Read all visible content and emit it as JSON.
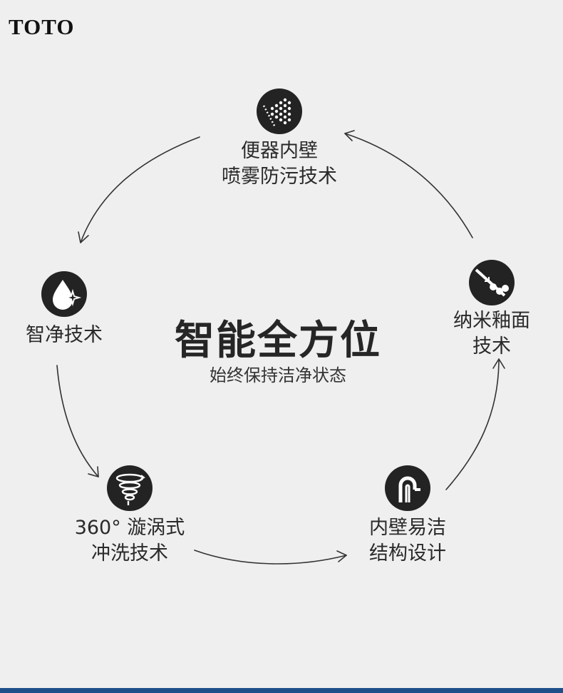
{
  "brand": {
    "logo": "TOTO"
  },
  "center": {
    "title": "智能全方位",
    "subtitle": "始终保持洁净状态"
  },
  "features": {
    "top": {
      "icon": "spray-shower-icon",
      "line1": "便器内壁",
      "line2": "喷雾防污技术"
    },
    "right": {
      "icon": "glaze-particles-icon",
      "line1": "纳米釉面",
      "line2": "技术"
    },
    "bottom_right": {
      "icon": "siphon-pipe-icon",
      "line1": "内壁易洁",
      "line2": "结构设计"
    },
    "bottom_left": {
      "icon": "swirl-flush-icon",
      "line1": "360° 漩涡式",
      "line2": "冲洗技术"
    },
    "left": {
      "icon": "water-drop-sparkle-icon",
      "line1": "智净技术"
    }
  },
  "colors": {
    "icon_bg": "#232323",
    "background": "#efefef",
    "bottom_bar": "#1f4f8a"
  }
}
